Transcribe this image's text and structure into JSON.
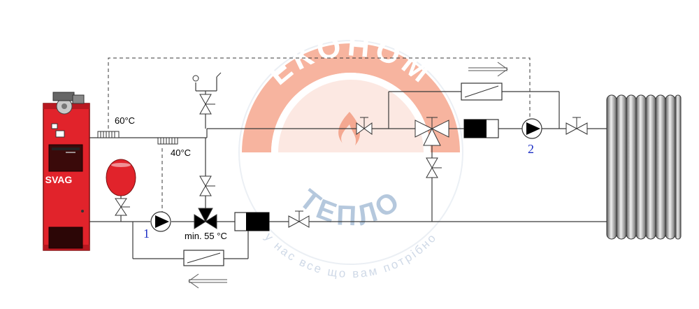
{
  "boiler": {
    "brand": "SVAG"
  },
  "temps": {
    "supply": "60°C",
    "mix": "40°C",
    "min_return": "min. 55 °C"
  },
  "pumps": {
    "p1": "1",
    "p2": "2"
  },
  "watermark": {
    "top": "ЕКОНОМ",
    "bottom": "ТЕПЛО",
    "slogan": "у нас все що вам потрібно"
  },
  "colors": {
    "boiler_red": "#e1232b",
    "watermark_red": "#f3a08c",
    "pipe": "#3a3a3a"
  }
}
